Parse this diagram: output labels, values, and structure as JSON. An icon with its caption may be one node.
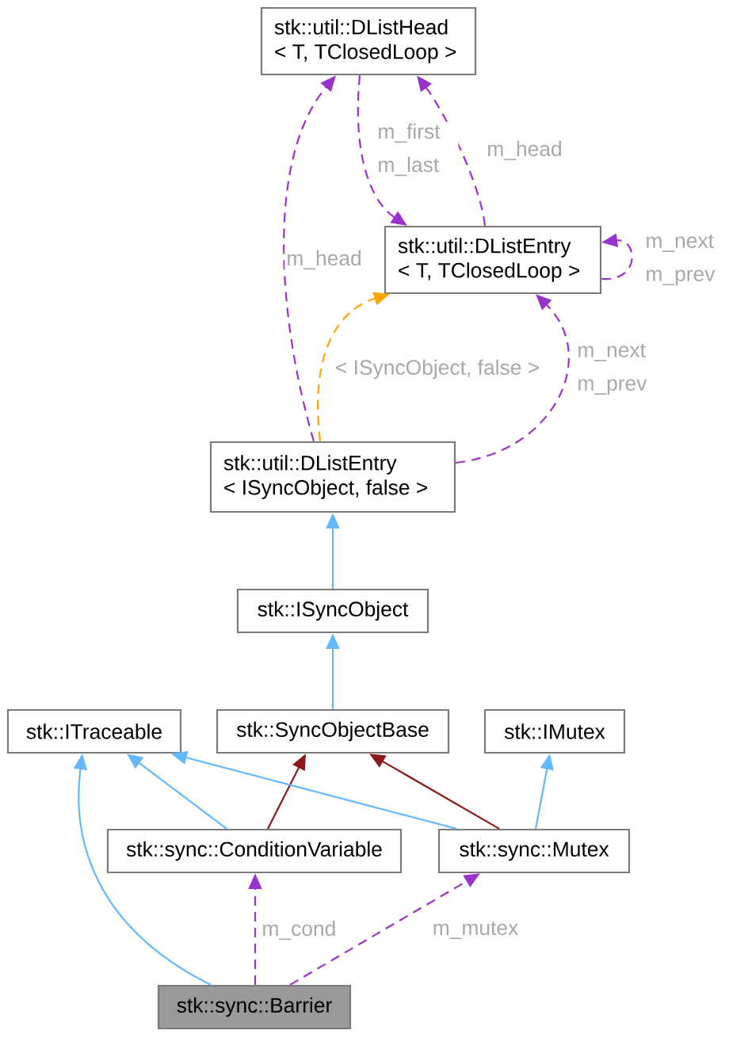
{
  "diagram": {
    "nodes": [
      {
        "text": [
          "stk::util::DListHead < T, TClosedLoop >"
        ]
      },
      {
        "text": [
          "stk::util::DListEntry < T, TClosedLoop >"
        ]
      },
      {
        "text": [
          "stk::util::DListEntry < ISyncObject, false >"
        ]
      },
      {
        "text": [
          "stk::ISyncObject"
        ]
      },
      {
        "text": [
          "stk::ITraceable"
        ]
      },
      {
        "text": [
          "stk::SyncObjectBase"
        ]
      },
      {
        "text": [
          "stk::IMutex"
        ]
      },
      {
        "text": [
          "stk::sync::ConditionVariable"
        ]
      },
      {
        "text": [
          "stk::sync::Mutex"
        ]
      },
      {
        "text": [
          "stk::sync::Barrier"
        ]
      }
    ],
    "edges": [
      {
        "from": 1,
        "to": 0,
        "arrow": "to",
        "label": "m_head",
        "style": "dashed"
      },
      {
        "from": 0,
        "to": 1,
        "arrow": "to",
        "label": "m_first m_last",
        "style": "dashed"
      },
      {
        "from": 1,
        "to": 1,
        "arrow": "to",
        "label": "m_next m_prev",
        "style": "dashed"
      },
      {
        "from": 2,
        "to": 0,
        "arrow": "to",
        "label": "m_head",
        "style": "dashed"
      },
      {
        "from": 2,
        "to": 1,
        "arrow": "to",
        "label": "< ISyncObject, false >",
        "style": "dashed",
        "color": "#ffa500"
      },
      {
        "from": 2,
        "to": 1,
        "arrow": "to",
        "label": "m_next m_prev",
        "style": "dashed"
      },
      {
        "from": 3,
        "to": 2,
        "arrow": "to",
        "color": "#63b8ff"
      },
      {
        "from": 5,
        "to": 3,
        "arrow": "to",
        "color": "#63b8ff"
      },
      {
        "from": 7,
        "to": 4,
        "arrow": "to",
        "color": "#63b8ff"
      },
      {
        "from": 7,
        "to": 5,
        "arrow": "to",
        "color": "#8b1a1a"
      },
      {
        "from": 8,
        "to": 4,
        "arrow": "to",
        "color": "#63b8ff"
      },
      {
        "from": 8,
        "to": 5,
        "arrow": "to",
        "color": "#8b1a1a"
      },
      {
        "from": 8,
        "to": 6,
        "arrow": "to",
        "color": "#63b8ff"
      },
      {
        "from": 9,
        "to": 4,
        "arrow": "to",
        "color": "#63b8ff"
      },
      {
        "from": 9,
        "to": 7,
        "arrow": "to",
        "label": "m_cond",
        "style": "dashed"
      },
      {
        "from": 9,
        "to": 8,
        "arrow": "to",
        "label": "m_mutex",
        "style": "dashed"
      }
    ]
  }
}
